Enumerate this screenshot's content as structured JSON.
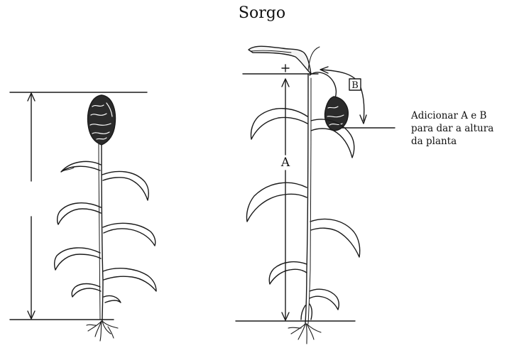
{
  "title": "Sorgo",
  "labels": {
    "a": "A",
    "b": "B"
  },
  "note": {
    "lines": [
      "Adicionar A e B",
      "para dar a altura",
      "da planta"
    ]
  }
}
